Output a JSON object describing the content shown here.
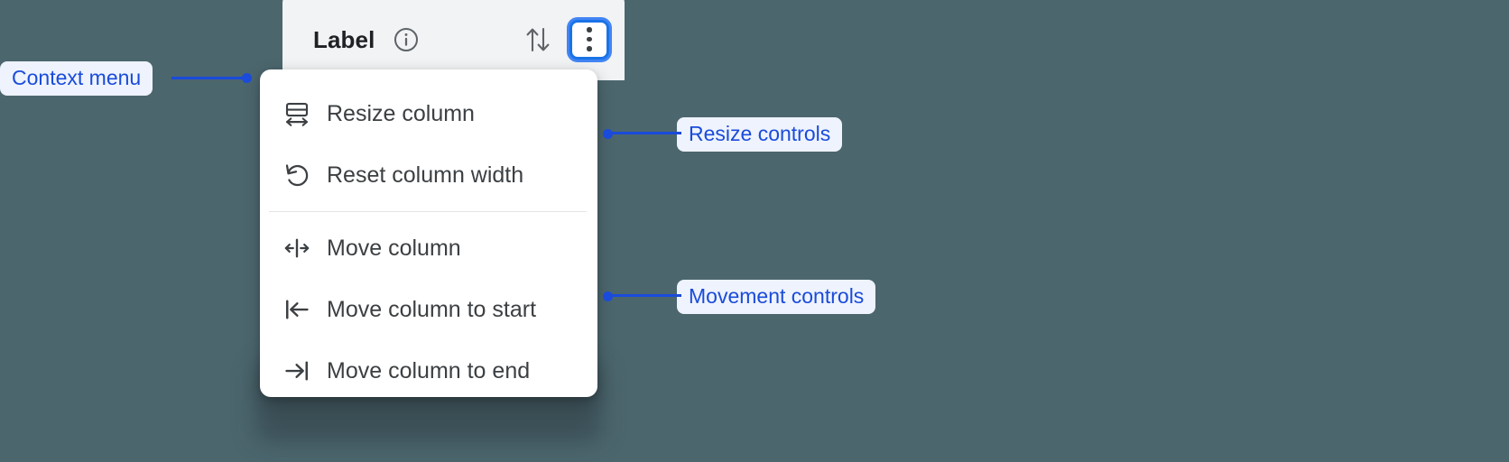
{
  "background_color": "#4c666e",
  "accent_color": "#1a4bdb",
  "focus_ring_color": "#4285f4",
  "column_header": {
    "title": "Label",
    "info_icon": "info-circle-icon",
    "sort_icon": "sort-updown-icon",
    "more_icon": "three-dot-vertical-icon"
  },
  "context_menu": {
    "groups": [
      {
        "items": [
          {
            "label": "Resize column",
            "icon": "resize-column-icon"
          },
          {
            "label": "Reset column width",
            "icon": "rotate-counterclockwise-icon"
          }
        ]
      },
      {
        "items": [
          {
            "label": "Move column",
            "icon": "move-left-right-icon"
          },
          {
            "label": "Move column to start",
            "icon": "arrow-to-start-icon"
          },
          {
            "label": "Move column to end",
            "icon": "arrow-to-end-icon"
          }
        ]
      }
    ]
  },
  "annotations": {
    "context_menu": "Context menu",
    "resize_controls": "Resize controls",
    "movement_controls": "Movement controls"
  }
}
